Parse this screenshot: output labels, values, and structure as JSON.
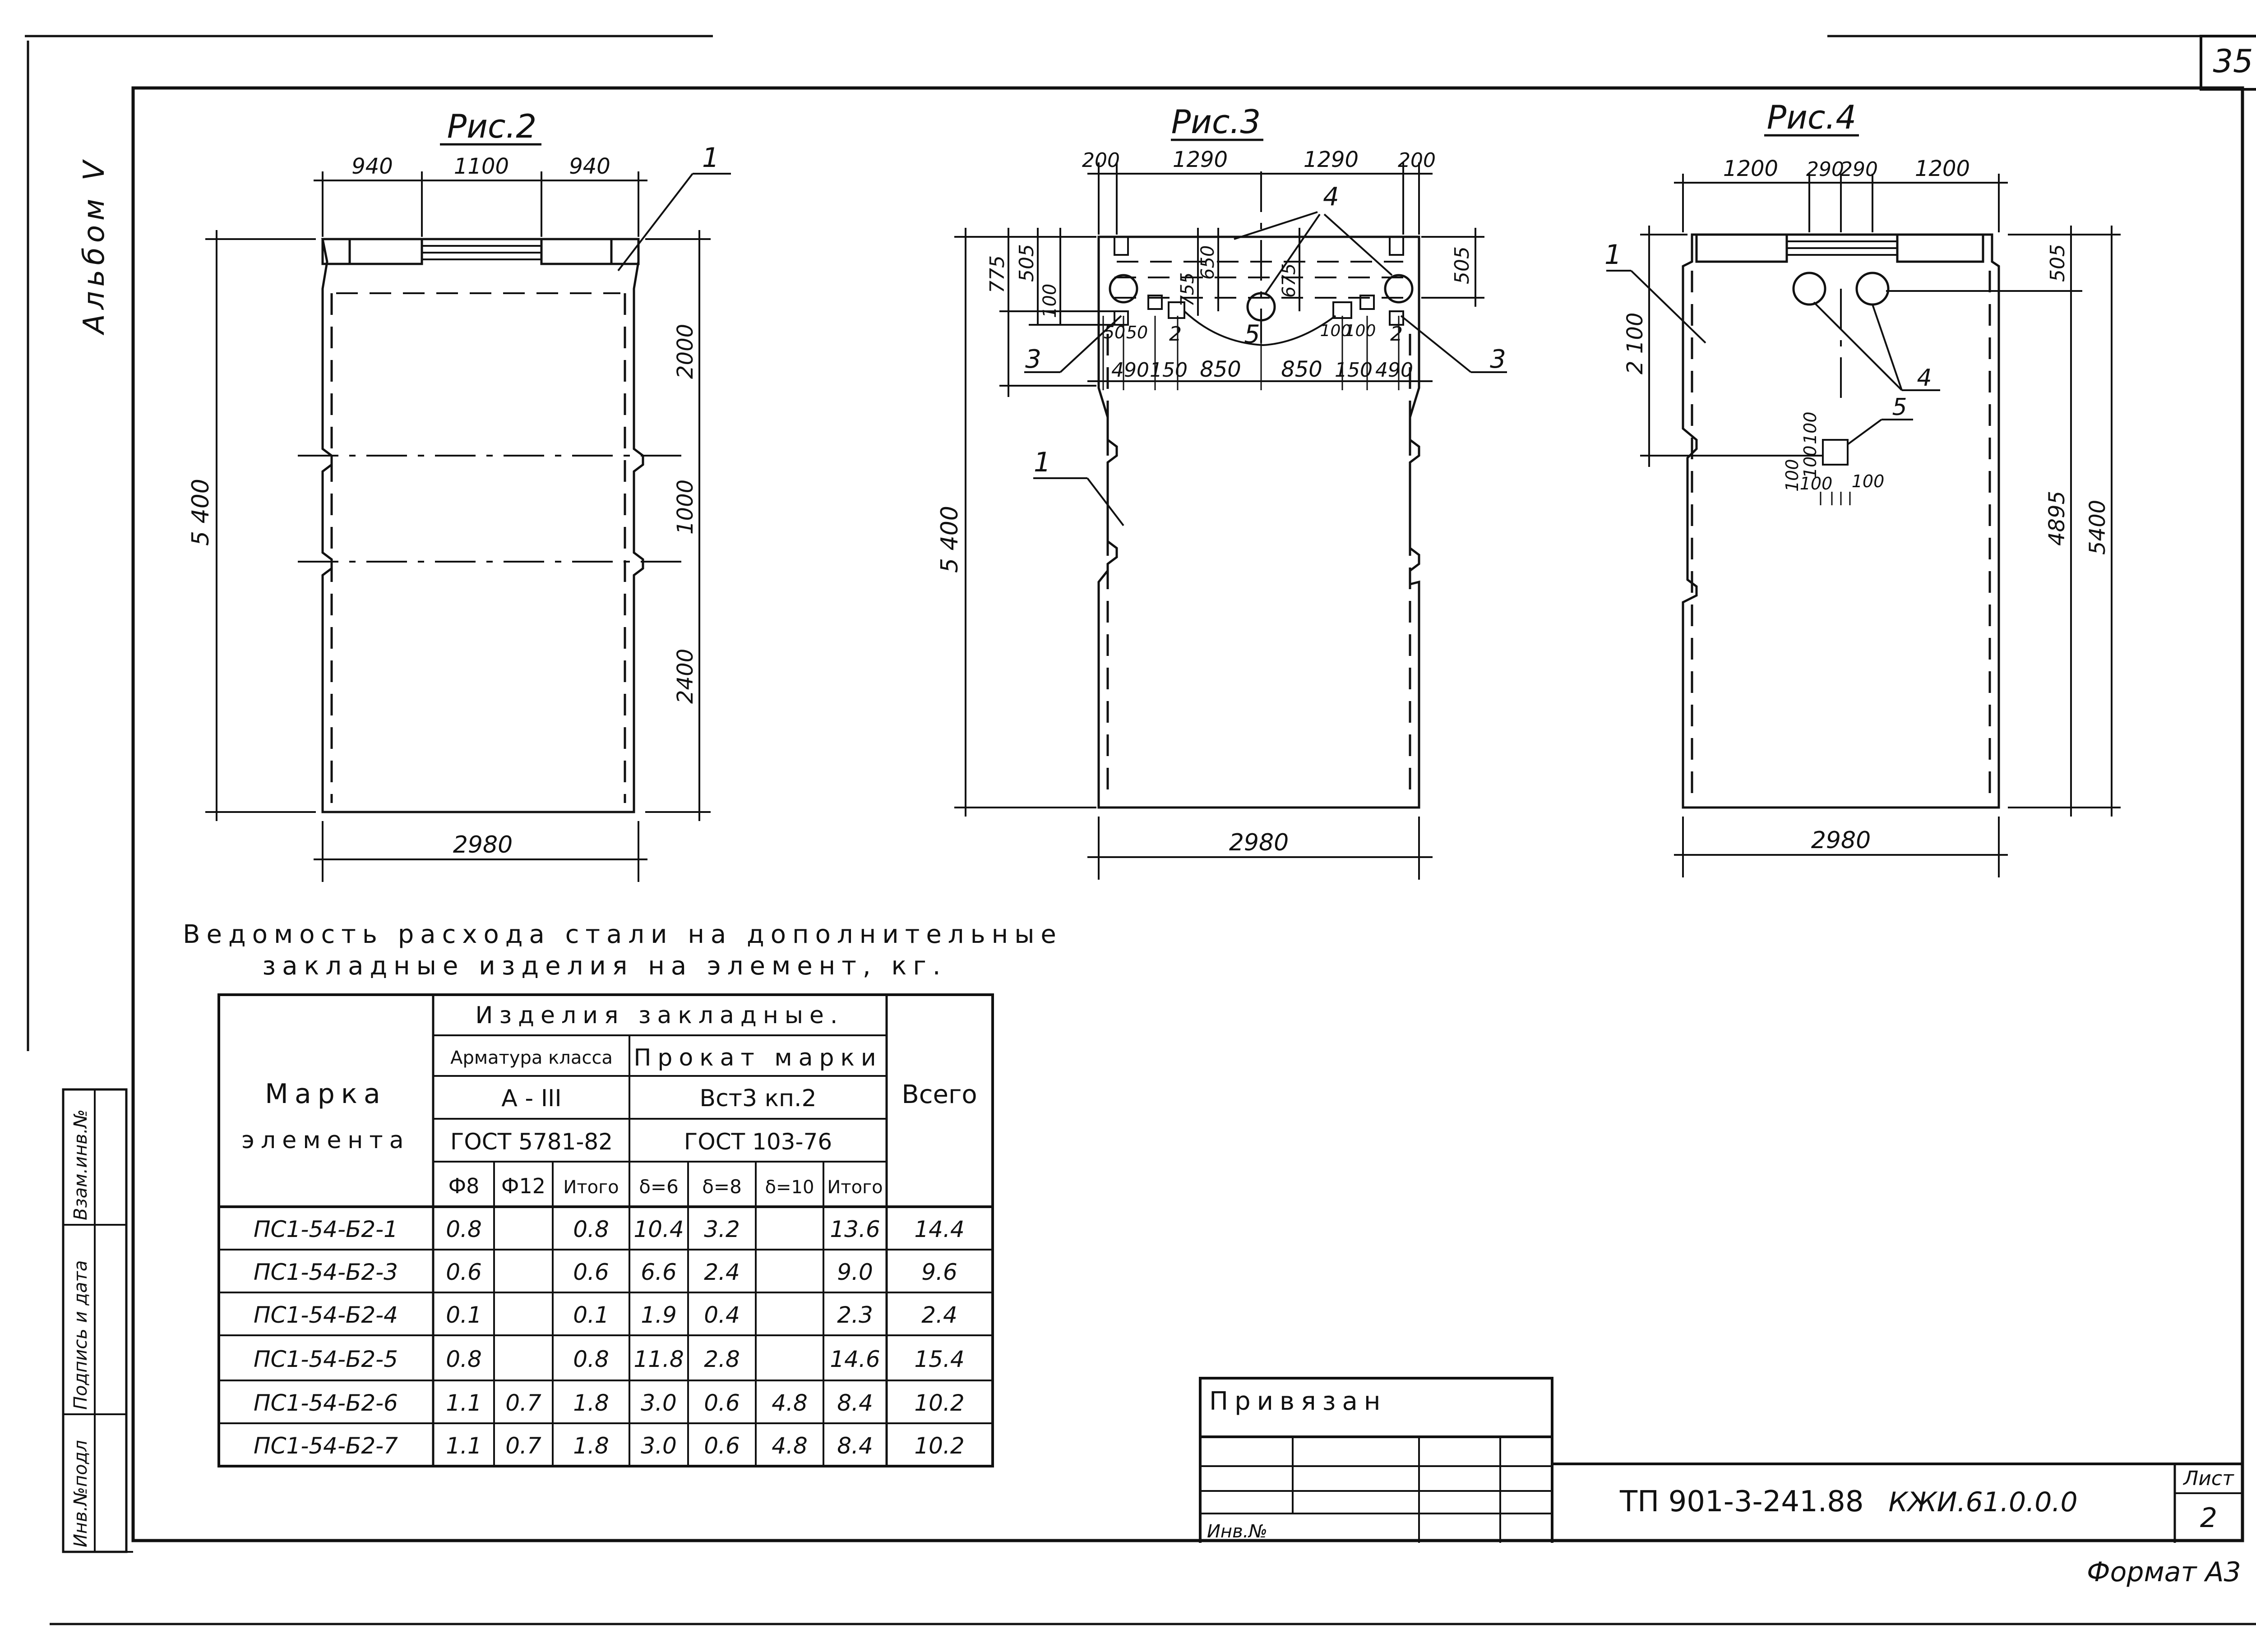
{
  "sheet": {
    "page_no": "35",
    "album_label": "Альбом V",
    "side_labels": [
      "Инв.№подл",
      "Подпись и дата",
      "Взам.инв.№"
    ]
  },
  "fig2": {
    "title": "Рис.2",
    "dims_top": [
      "940",
      "1100",
      "940"
    ],
    "dims_right": [
      "2000",
      "1000",
      "2400"
    ],
    "dim_left": "5 400",
    "dim_bottom": "2980",
    "labels": [
      "1"
    ]
  },
  "fig3": {
    "title": "Рис.3",
    "dims_top": [
      "200",
      "1290",
      "1290",
      "200"
    ],
    "dims_left": [
      "775",
      "505",
      "100"
    ],
    "dims_inner": [
      "650",
      "755",
      "675"
    ],
    "dim_right": "505",
    "dims_row": [
      "50",
      "50",
      "490",
      "150",
      "850",
      "850",
      "150",
      "490",
      "100",
      "100"
    ],
    "dim_left_total": "5 400",
    "dim_bottom": "2980",
    "labels": [
      "1",
      "2",
      "2",
      "3",
      "3",
      "4",
      "5"
    ]
  },
  "fig4": {
    "title": "Рис.4",
    "dims_top": [
      "1200",
      "290",
      "290",
      "1200"
    ],
    "dim_left": "2 100",
    "dims_right": [
      "505",
      "4895",
      "5400"
    ],
    "dims_small": [
      "100",
      "100",
      "100",
      "100",
      "100"
    ],
    "dim_bottom": "2980",
    "labels": [
      "1",
      "4",
      "5"
    ]
  },
  "table": {
    "caption_line1": "Ведомость расхода стали на дополнительные",
    "caption_line2": "закладные изделия на элемент, кг.",
    "header": {
      "mark": "Марка",
      "element": "элемента",
      "embedded": "Изделия закладные.",
      "rebar_class": "Арматура класса",
      "rebar_grade": "А - III",
      "rebar_gost": "ГОСТ 5781-82",
      "rolled": "Прокат марки",
      "rolled_grade": "Вст3 кп.2",
      "rolled_gost": "ГОСТ 103-76",
      "total": "Всего",
      "cols": [
        "Ф8",
        "Ф12",
        "Итого",
        "δ=6",
        "δ=8",
        "δ=10",
        "Итого"
      ]
    },
    "rows": [
      [
        "ПС1-54-Б2-1",
        "0.8",
        "",
        "0.8",
        "10.4",
        "3.2",
        "",
        "13.6",
        "14.4"
      ],
      [
        "ПС1-54-Б2-3",
        "0.6",
        "",
        "0.6",
        "6.6",
        "2.4",
        "",
        "9.0",
        "9.6"
      ],
      [
        "ПС1-54-Б2-4",
        "0.1",
        "",
        "0.1",
        "1.9",
        "0.4",
        "",
        "2.3",
        "2.4"
      ],
      [
        "ПС1-54-Б2-5",
        "0.8",
        "",
        "0.8",
        "11.8",
        "2.8",
        "",
        "14.6",
        "15.4"
      ],
      [
        "ПС1-54-Б2-6",
        "1.1",
        "0.7",
        "1.8",
        "3.0",
        "0.6",
        "4.8",
        "8.4",
        "10.2"
      ],
      [
        "ПС1-54-Б2-7",
        "1.1",
        "0.7",
        "1.8",
        "3.0",
        "0.6",
        "4.8",
        "8.4",
        "10.2"
      ]
    ]
  },
  "stamp": {
    "tied": "Привязан",
    "inv": "Инв.№",
    "project": "ТП 901-3-241.88",
    "code": "КЖИ.61.0.0.0",
    "sheet_label": "Лист",
    "sheet_no": "2"
  },
  "format": "Формат А3"
}
